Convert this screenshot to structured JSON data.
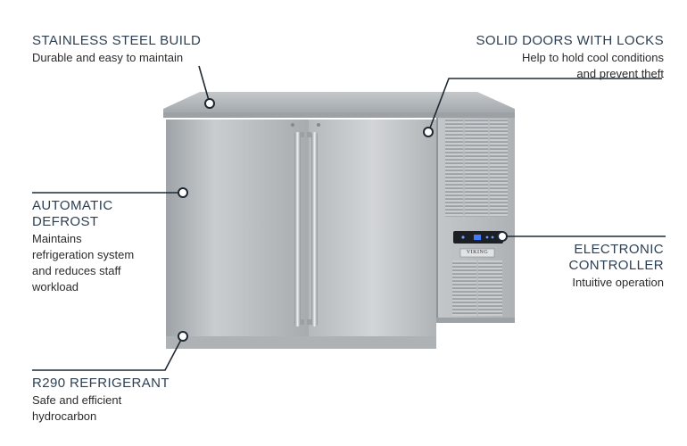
{
  "brand": {
    "logo_text": "VIKING"
  },
  "colors": {
    "accent": "#2d3f52",
    "display_blue": "#3f7bff",
    "steel": "#bfc3c6"
  },
  "callouts": {
    "stainless": {
      "title": "STAINLESS STEEL BUILD",
      "desc": "Durable and easy to maintain"
    },
    "doors": {
      "title": "SOLID DOORS WITH LOCKS",
      "desc_lines": [
        "Help to hold cool conditions",
        "and prevent theft"
      ]
    },
    "defrost": {
      "title_lines": [
        "AUTOMATIC",
        "DEFROST"
      ],
      "desc_lines": [
        "Maintains",
        "refrigeration system",
        "and reduces staff",
        "workload"
      ]
    },
    "controller": {
      "title_lines": [
        "ELECTRONIC",
        "CONTROLLER"
      ],
      "desc": "Intuitive operation"
    },
    "refrigerant": {
      "title": "R290 REFRIGERANT",
      "desc_lines": [
        "Safe and efficient",
        "hydrocarbon"
      ]
    }
  }
}
